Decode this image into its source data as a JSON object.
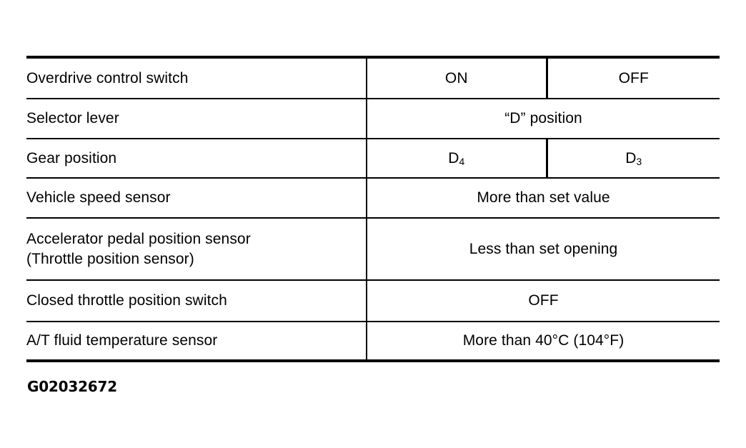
{
  "figure": {
    "caption": "G02032672",
    "table": {
      "rows": [
        {
          "label": "Overdrive control switch",
          "label_line2": "",
          "split": true,
          "value_a": "ON",
          "value_b": "OFF",
          "value_merged": ""
        },
        {
          "label": "Selector lever",
          "label_line2": "",
          "split": false,
          "value_a": "",
          "value_b": "",
          "value_merged": "“D” position"
        },
        {
          "label": "Gear position",
          "label_line2": "",
          "split": true,
          "value_a": "D",
          "value_a_sub": "4",
          "value_b": "D",
          "value_b_sub": "3",
          "value_merged": ""
        },
        {
          "label": "Vehicle speed sensor",
          "label_line2": "",
          "split": false,
          "value_a": "",
          "value_b": "",
          "value_merged": "More than set value"
        },
        {
          "label": "Accelerator pedal position sensor",
          "label_line2": "(Throttle position sensor)",
          "split": false,
          "value_a": "",
          "value_b": "",
          "value_merged": "Less than set opening"
        },
        {
          "label": "Closed throttle position switch",
          "label_line2": "",
          "split": false,
          "value_a": "",
          "value_b": "",
          "value_merged": "OFF"
        },
        {
          "label": "A/T fluid temperature sensor",
          "label_line2": "",
          "split": false,
          "value_a": "",
          "value_b": "",
          "value_merged": "More than 40°C (104°F)"
        }
      ]
    },
    "colors": {
      "background": "#ffffff",
      "rule": "#000000",
      "text": "#000000"
    }
  }
}
